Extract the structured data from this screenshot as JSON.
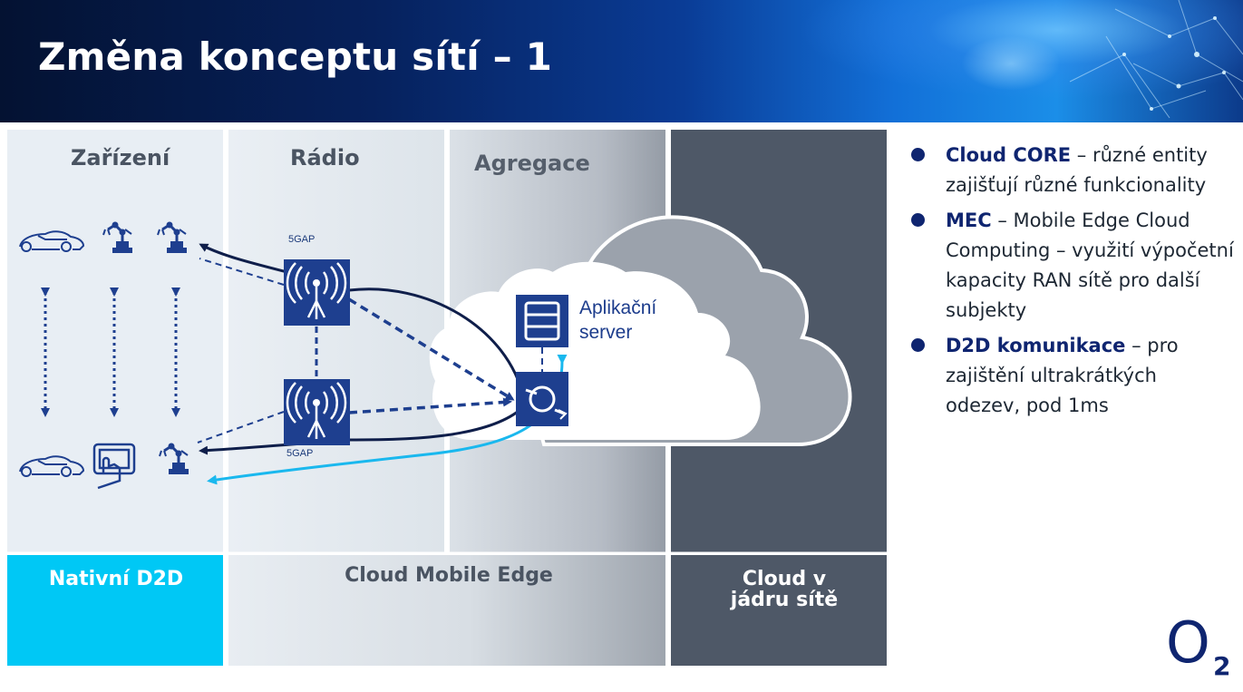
{
  "slide_title": "Změna konceptu sítí – 1",
  "columns": {
    "devices": "Zařízení",
    "radio": "Rádio",
    "aggregation": "Agregace"
  },
  "footer": {
    "native_d2d": "Nativní D2D",
    "cloud_mobile_edge": "Cloud Mobile Edge",
    "core_cloud": "Cloud v jádru sítě"
  },
  "access_points": {
    "top": "5GAP",
    "bottom": "5GAP"
  },
  "app_server": {
    "line1": "Aplikační",
    "line2": "server"
  },
  "bullets": [
    {
      "term": "Cloud CORE",
      "text": " – různé entity zajišťují různé funkcionality"
    },
    {
      "term": "MEC",
      "text": " – Mobile Edge Cloud Computing – využití výpočetní kapacity RAN sítě pro další subjekty"
    },
    {
      "term": "D2D komunikace",
      "text": " – pro zajištění ultrakrátkých odezev, pod 1ms"
    }
  ],
  "logo": {
    "text": "O",
    "subscript": "2"
  },
  "colors": {
    "navy": "#0f2570",
    "icon_blue": "#1e3f8f",
    "cyan": "#00c8f5",
    "arrow_cyan": "#1ab8ee",
    "core_gray": "#4e5867",
    "panel_light": "#e8eef4"
  },
  "icons": [
    "car-icon",
    "robot-arm-icon",
    "tablet-touch-icon",
    "antenna-icon",
    "server-icon",
    "router-icon",
    "cloud-icon"
  ]
}
